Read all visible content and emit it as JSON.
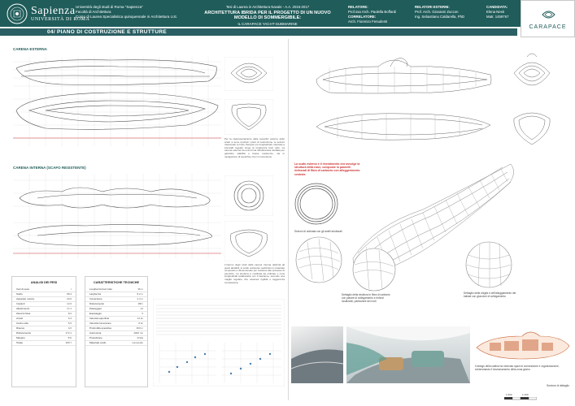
{
  "header": {
    "university_name": "Sapienza",
    "university_sub": "UNIVERSITÀ DI ROMA",
    "faculty_lines": [
      "Università degli studi di Roma \"Sapienza\"",
      "Facoltà di Architettura",
      "Corso di Laurea Specialistica quinquennale in Architettura U.E."
    ],
    "thesis_line": "Tesi di Laurea in Architettura Navale - A.A. 2016-2017",
    "thesis_title": "ARCHITETTURA IBRIDA PER IL PROGETTO DI UN NUOVO MODELLO DI SOMMERGIBILE:",
    "thesis_subtitle": "IL CARAPACE YACHT-SUBMARINE",
    "relatore_label": "RELATORE:",
    "relatore_name": "Prof.ssa Arch. Paolella Boffardi",
    "correlatore_label": "CORRELATORE:",
    "correlatore_name": "Arch. Fiorenzo Fenudenti",
    "relatori_esterni_label": "RELATORI ESTERNI:",
    "relatori_esterni_names": [
      "Prof. Arch. Giovanni Zuccon",
      "Ing. Sebastiano Caldarella, PhD"
    ],
    "candidata_label": "CANDIDATA:",
    "candidata_name": "Elena Nesti",
    "matricola": "Matr. 1459767"
  },
  "brand": {
    "name": "CARAPACE"
  },
  "section": {
    "title": "04/  PIANO DI COSTRUZIONE E STRUTTURE"
  },
  "labels": {
    "carena_esterna": "CARENA ESTERNA",
    "carena_interna": "CARENA INTERNA (SCAFO RESISTENTE)"
  },
  "texts": {
    "note_esterna": "Per la rappresentazione delle superfici esterne dello scafo si sono riportati i piani di costruzione: le sezioni trasversali, le linee d'acqua e le longitudinali, tracciate a intervalli regolari lungo la lunghezza fuori tutto. La carena esterna ha una forma idrodinamica studiata per garantire stabilità e basse resistenze, sia in navigazione di superficie che in immersione.",
    "note_interna": "L'interno degli scafi della carena interna delimita gli spazi abitabili, lo scafo resistente realizzato in materiale composito è dimensionato per resistere alle pressioni di esercizio. La struttura è costituita da ordinate e corsi longitudinali collaborativi con il fasciame, secondo una maglia regolare che assicura rigidità e leggerezza complessiva.",
    "red_callout": "La scafo esterno e il rivestimento che avvolge la struttura della nave, composte in pannelli rinforzati di fibra di carbonio con alleggerimento centrale.",
    "caption_ribs": "Sezioni di ordinata con gli anelli strutturali",
    "caption_detail1": "Dettaglio della struttura in fibra di carbonio con piastre di collegamento e rinforzi localizzati, particolare dei nodi",
    "caption_detail2": "Dettaglio della chiglia e dell'alloggiamento dei ballast con giunzioni di collegamento",
    "caption_interior": "Il design della cabina ha ricercato spazi di connessione e organizzazione, evidenziando il funzionamento della zona giorno",
    "caption_section": "Sezione di dettaglio"
  },
  "pesi_table": {
    "title": "ANALISI DEI PESI",
    "rows": [
      {
        "label": "Voci di peso",
        "value": "t"
      },
      {
        "label": "Scafo",
        "value": "98,4"
      },
      {
        "label": "Apparato motore",
        "value": "20,0"
      },
      {
        "label": "Impianti",
        "value": "12,6"
      },
      {
        "label": "Allestimento",
        "value": "17,1"
      },
      {
        "label": "Zavorra fissa",
        "value": "8,2"
      },
      {
        "label": "Arredi",
        "value": "6,3"
      },
      {
        "label": "Carico utile",
        "value": "5,5"
      },
      {
        "label": "Riserve",
        "value": "4,0"
      },
      {
        "label": "Dislocamento",
        "value": "172,1"
      },
      {
        "label": "Margine",
        "value": "5%"
      },
      {
        "label": "Totale",
        "value": "180,7"
      }
    ]
  },
  "caratteristiche_table": {
    "title": "CARATTERISTICHE TECNICHE",
    "rows": [
      {
        "label": "Lunghezza fuori tutto",
        "value": "36 m"
      },
      {
        "label": "Larghezza",
        "value": "8,2 m"
      },
      {
        "label": "Immersione",
        "value": "2,4 m"
      },
      {
        "label": "Dislocamento",
        "value": "180 t"
      },
      {
        "label": "Passeggeri",
        "value": "12"
      },
      {
        "label": "Equipaggio",
        "value": "6"
      },
      {
        "label": "Velocità superficie",
        "value": "14 kn"
      },
      {
        "label": "Velocità immersione",
        "value": "8 kn"
      },
      {
        "label": "Profondità operativa",
        "value": "300 m"
      },
      {
        "label": "Autonomia",
        "value": "4000 mn"
      },
      {
        "label": "Propulsione",
        "value": "ibrida"
      },
      {
        "label": "Materiale scafo",
        "value": "composito"
      }
    ]
  },
  "scales": [
    "1:200",
    "1:100"
  ],
  "colors": {
    "header": "#1f5c5a",
    "section_bar": "#2a5f63",
    "accent_red": "#c33333"
  }
}
